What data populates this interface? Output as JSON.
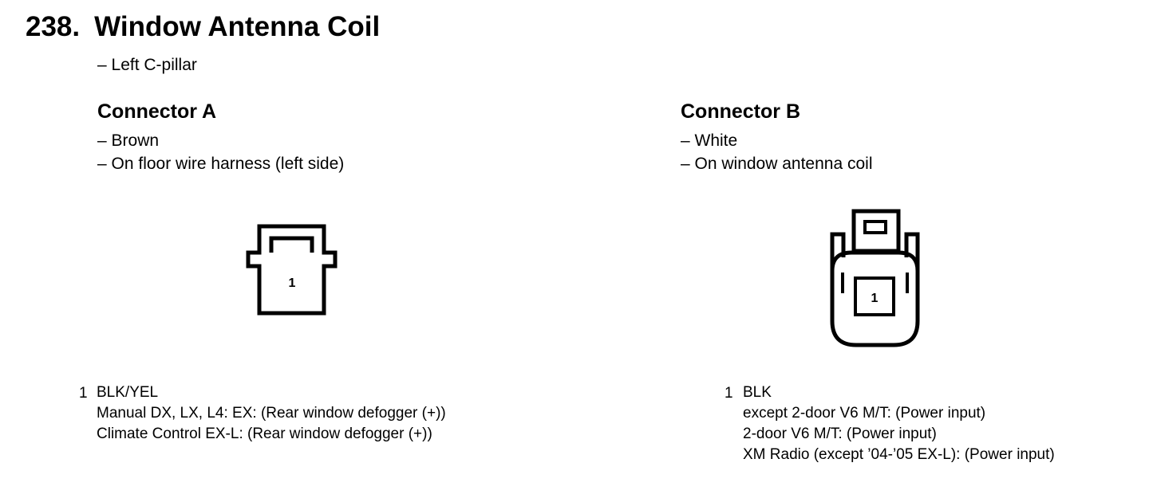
{
  "header": {
    "number": "238.",
    "title": "Window Antenna Coil",
    "location": "– Left C-pillar"
  },
  "connector_a": {
    "heading": "Connector A",
    "color_line": "– Brown",
    "location_line": "– On floor wire harness (left side)",
    "diagram_pin_label": "1",
    "pins": [
      {
        "number": "1",
        "wire": "BLK/YEL",
        "notes": [
          "Manual DX, LX, L4: EX: (Rear window defogger (+))",
          "Climate Control EX-L: (Rear window defogger (+))"
        ]
      }
    ]
  },
  "connector_b": {
    "heading": "Connector B",
    "color_line": "– White",
    "location_line": "– On window antenna coil",
    "diagram_pin_label": "1",
    "pins": [
      {
        "number": "1",
        "wire": "BLK",
        "notes": [
          "except 2-door V6 M/T: (Power input)",
          "2-door V6 M/T: (Power input)",
          "XM Radio (except ’04-’05 EX-L): (Power input)"
        ]
      }
    ]
  }
}
